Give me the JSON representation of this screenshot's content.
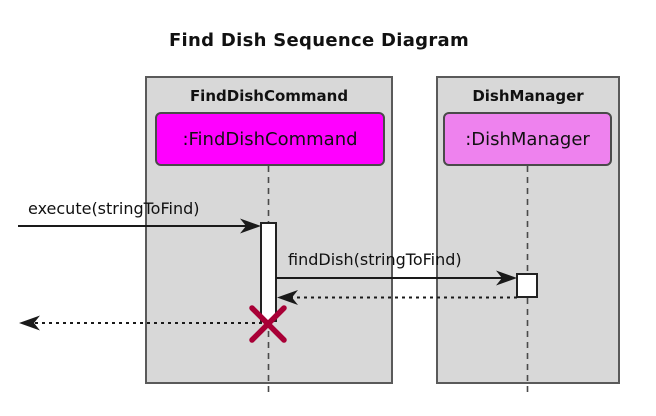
{
  "title": "Find Dish Sequence Diagram",
  "participants": [
    {
      "frame_label": "FindDishCommand",
      "instance_label": ":FindDishCommand",
      "fill": "#ff00ff"
    },
    {
      "frame_label": "DishManager",
      "instance_label": ":DishManager",
      "fill": "#ee82ee"
    }
  ],
  "messages": [
    {
      "label": "execute(stringToFind)",
      "from": "environment",
      "to": "FindDishCommand",
      "style": "solid"
    },
    {
      "label": "findDish(stringToFind)",
      "from": "FindDishCommand",
      "to": "DishManager",
      "style": "solid"
    },
    {
      "label": "",
      "from": "DishManager",
      "to": "FindDishCommand",
      "style": "dotted-return"
    },
    {
      "label": "",
      "from": "FindDishCommand",
      "to": "environment",
      "style": "dotted-return"
    }
  ],
  "markers": {
    "destroy_x_color": "#a80036"
  },
  "colors": {
    "frame_fill": "#d8d8d8",
    "frame_border": "#5a5a5a",
    "participant_magenta": "#ff00ff",
    "participant_violet": "#ee82ee",
    "line": "#1a1a1a",
    "background": "#ffffff"
  }
}
